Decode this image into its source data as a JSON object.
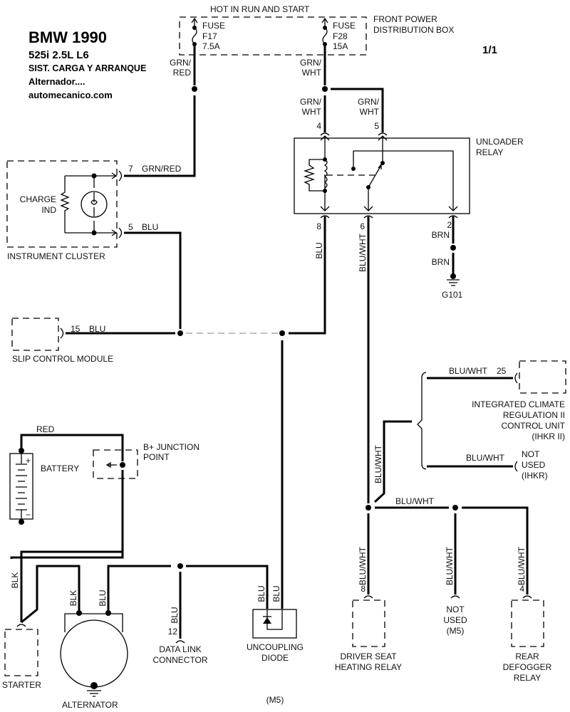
{
  "header": {
    "title": "BMW 1990",
    "model": "525i  2.5L  L6",
    "system": "SIST. CARGA Y ARRANQUE",
    "subsystem": "Alternador....",
    "site": "automecanico.com",
    "page": "1/1"
  },
  "power_box": {
    "hot_label": "HOT IN RUN AND START",
    "name_line1": "FRONT POWER",
    "name_line2": "DISTRIBUTION BOX",
    "fuses": [
      {
        "label": "FUSE",
        "id": "F17",
        "rating": "7.5A",
        "wire_top": "GRN/",
        "wire_bot": "RED"
      },
      {
        "label": "FUSE",
        "id": "F28",
        "rating": "15A",
        "wire_top": "GRN/",
        "wire_bot": "WHT"
      }
    ]
  },
  "unloader_relay": {
    "name_line1": "UNLOADER",
    "name_line2": "RELAY",
    "pin4": {
      "pin": "4",
      "wire_top": "GRN/",
      "wire_bot": "WHT"
    },
    "pin5": {
      "pin": "5",
      "wire_top": "GRN/",
      "wire_bot": "WHT"
    },
    "pin8": {
      "pin": "8",
      "wire": "BLU"
    },
    "pin6": {
      "pin": "6",
      "wire": "BLU/WHT"
    },
    "pin2": {
      "pin": "2",
      "wire": "BRN"
    },
    "ground_wire": "BRN",
    "ground": "G101"
  },
  "instrument_cluster": {
    "name": "INSTRUMENT CLUSTER",
    "indicator_line1": "CHARGE",
    "indicator_line2": "IND",
    "pin7": {
      "pin": "7",
      "wire": "GRN/RED"
    },
    "pin5": {
      "pin": "5",
      "wire": "BLU"
    }
  },
  "slip_control": {
    "name": "SLIP CONTROL MODULE",
    "pin": "15",
    "wire": "BLU"
  },
  "climate": {
    "pin": "25",
    "wire": "BLU/WHT",
    "name_lines": [
      "INTEGRATED CLIMATE",
      "REGULATION II",
      "CONTROL UNIT",
      "(IHKR II)"
    ],
    "alt_wire": "BLU/WHT",
    "alt_lines": [
      "NOT",
      "USED",
      "(IHKR)"
    ],
    "feed_wire": "BLU/WHT"
  },
  "battery": {
    "name": "BATTERY",
    "wire": "RED",
    "junction_line1": "B+ JUNCTION",
    "junction_line2": "POINT",
    "plus": "+",
    "minus": "−"
  },
  "bottom": {
    "starter": {
      "name": "STARTER",
      "wire": "BLK"
    },
    "alternator": {
      "name": "ALTERNATOR",
      "wire_blk": "BLK",
      "wire_blu": "BLU"
    },
    "dlc": {
      "pin": "12",
      "wire": "BLU",
      "name_line1": "DATA LINK",
      "name_line2": "CONNECTOR"
    },
    "diode": {
      "wire_a": "BLU",
      "wire_b": "BLU",
      "name_line1": "UNCOUPLING",
      "name_line2": "DIODE",
      "note": "(M5)"
    },
    "branch_wire": "BLU/WHT",
    "driver_seat": {
      "pin": "8",
      "wire": "BLU/WHT",
      "name_line1": "DRIVER SEAT",
      "name_line2": "HEATING RELAY"
    },
    "not_used": {
      "wire": "BLU/WHT",
      "lines": [
        "NOT",
        "USED",
        "(M5)"
      ]
    },
    "rear_defogger": {
      "pin": "4",
      "wire": "BLU/WHT",
      "lines": [
        "REAR",
        "DEFOGGER",
        "RELAY"
      ]
    }
  }
}
